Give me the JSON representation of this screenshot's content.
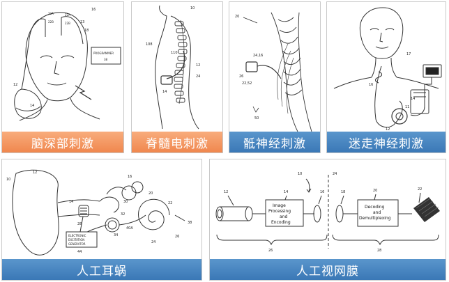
{
  "panels": [
    {
      "caption": "脑深部刺激",
      "labels": [
        "16",
        "22A",
        "22B",
        "22A",
        "22B",
        "13",
        "18",
        "12",
        "14"
      ],
      "programmer": {
        "line1": "PROGRAMMER",
        "line2": "38"
      }
    },
    {
      "caption": "脊髓电刺激",
      "labels": [
        "10",
        "108",
        "110",
        "12",
        "24",
        "14"
      ]
    },
    {
      "caption": "骶神经刺激",
      "labels": [
        "20",
        "24,16",
        "26",
        "22,52",
        "50"
      ]
    },
    {
      "caption": "迷走神经刺激",
      "labels": [
        "17",
        "16",
        "14",
        "12",
        "11"
      ]
    },
    {
      "caption": "人工耳蜗",
      "labels": [
        "10",
        "12",
        "14",
        "16",
        "28",
        "30",
        "32",
        "34",
        "40A",
        "20",
        "22",
        "26",
        "24",
        "38",
        "44"
      ],
      "box": {
        "line1": "ELECTRONIC",
        "line2": "EXCITATION",
        "line3": "GENERATOR"
      }
    },
    {
      "caption": "人工视网膜",
      "labels": [
        "10",
        "24",
        "12",
        "14",
        "16",
        "18",
        "20",
        "22",
        "26",
        "28"
      ],
      "box1": {
        "line1": "Image",
        "line2": "Processing",
        "line3": "and",
        "line4": "Encoding"
      },
      "box2": {
        "line1": "Decoding",
        "line2": "and",
        "line3": "Demultiplexing"
      }
    }
  ],
  "colors": {
    "caption_orange": "#f0874e",
    "caption_blue": "#3a78b6"
  }
}
